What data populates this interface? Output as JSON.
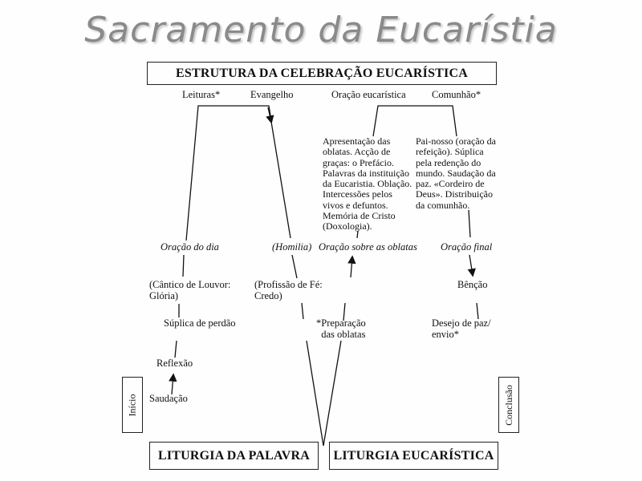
{
  "title": "Sacramento da Eucarístia",
  "heading": "ESTRUTURA DA CELEBRAÇÃO EUCARÍSTICA",
  "top_labels": [
    "Leituras*",
    "Evangelho",
    "Oração eucarística",
    "Comunhão*"
  ],
  "eucharistic_prayer_text": "Apresentação das\noblatas. Acção de\ngraças: o Prefácio.\nPalavras da instituição\nda Eucaristia. Oblação.\nIntercessões pelos\nvivos e defuntos.\nMemória de Cristo\n(Doxologia).",
  "communion_text": "Pai-nosso (oração da\nrefeição). Súplica\npela redenção do\nmundo. Saudação da\npaz. «Cordeiro de\nDeus». Distribuição\nda comunhão.",
  "italic_labels": {
    "oracao_dia": "Oração do dia",
    "homilia": "(Homilia)",
    "oracao_oblatas": "Oração sobre as oblatas",
    "oracao_final": "Oração final"
  },
  "rite_steps": {
    "cantico": "(Cântico de Louvor:\nGlória)",
    "suplica": "Súplica de perdão",
    "reflexao": "Reflexão",
    "saudacao": "Saudação",
    "profissao": "(Profissão de Fé:\nCredo)",
    "preparacao": "*Preparação\n  das oblatas",
    "bencao": "Bênção",
    "desejo": "Desejo de paz/\nenvio*"
  },
  "side_labels": {
    "inicio": "Início",
    "conclusao": "Conclusão"
  },
  "bottom_boxes": {
    "palavra": "LITURGIA DA PALAVRA",
    "eucaristica": "LITURGIA EUCARÍSTICA"
  }
}
